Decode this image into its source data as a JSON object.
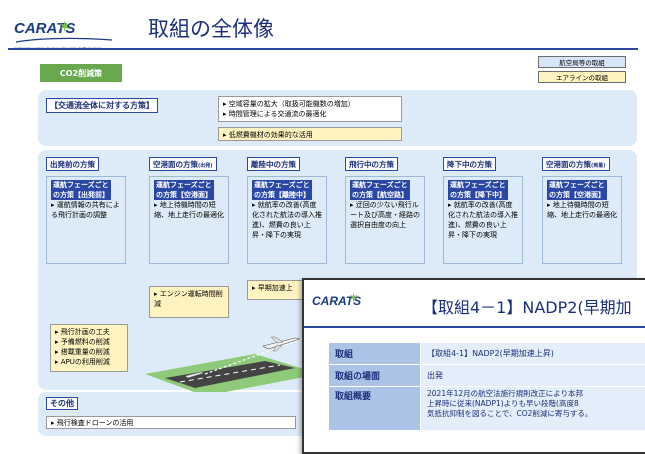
{
  "header": {
    "logo": "CARATS",
    "tagline": "Collaborative Actions for Renovation of Air Traffic Systems",
    "title": "取組の全体像"
  },
  "legend": {
    "gov": "航空局等の取組",
    "airline": "エアラインの取組"
  },
  "co2_label": "CO2削減策",
  "traffic": {
    "header": "【交通流全体に対する方策】",
    "items": [
      "▸ 空域容量の拡大（取扱可能機数の増加）",
      "▸ 時間管理による交通流の最適化"
    ],
    "yellow_item": "▸ 低燃費機材の効果的な活用"
  },
  "phases": [
    {
      "header": "出発前の方策",
      "tag1": "運航フェーズごと",
      "tag2": "の方策【出発前】",
      "body": "▸ 運航情報の共有による飛行計画の調整"
    },
    {
      "header": "空港面の方策",
      "header_sub": "(出発)",
      "tag1": "運航フェーズごと",
      "tag2": "の方策【空港面】",
      "body": "▸ 地上待機時間の短縮、地上走行の最適化"
    },
    {
      "header": "離陸中の方策",
      "tag1": "運航フェーズごと",
      "tag2": "の方策【離陸中】",
      "body": "▸ 就航率の改善(高度化された航法の導入推進)、燃費の良い上昇・降下の実現"
    },
    {
      "header": "飛行中の方策",
      "tag1": "運航フェーズごと",
      "tag2": "の方策【航空路】",
      "body": "▸ 迂回の少ない飛行ルート及び高度・経路の選択自由度の向上"
    },
    {
      "header": "降下中の方策",
      "tag1": "運航フェーズごと",
      "tag2": "の方策【降下中】",
      "body": "▸ 就航率の改善(高度化された航法の導入推進)、燃費の良い上昇・降下の実現"
    },
    {
      "header": "空港面の方策",
      "header_sub": "(到着)",
      "tag1": "運航フェーズごと",
      "tag2": "の方策【空港面】",
      "body": "▸ 地上待機時間の短縮、地上走行の最適化"
    }
  ],
  "airline_items": {
    "preflight": [
      "▸ 飛行計画の工夫",
      "▸ 予備燃料の削減",
      "▸ 搭載重量の削減",
      "▸ APUの利用削減"
    ],
    "engine": "▸ エンジン運転時間削減",
    "early_climb": "▸ 早期加速上"
  },
  "other": {
    "header": "その他",
    "item": "▸ 飛行検査ドローンの活用"
  },
  "overlay": {
    "logo": "CARATS",
    "title": "【取組4－1】NADP2(早期加",
    "rows": [
      {
        "key": "取組",
        "value": "【取組4-1】NADP2(早期加速上昇)"
      },
      {
        "key": "取組の場面",
        "value": "出発"
      },
      {
        "key": "取組概要",
        "lines": [
          "2021年12月の航空法施行規則改正により本邦",
          "上昇時に従来(NADP1)よりも早い段階(高度8",
          "気抵抗抑制を図ることで、CO2削減に寄与する。"
        ]
      }
    ]
  },
  "colors": {
    "brand_blue": "#1b2f7a",
    "band_blue": "#dcebf7",
    "co2_green": "#6aa84f",
    "airline_yellow": "#fff4c1"
  }
}
